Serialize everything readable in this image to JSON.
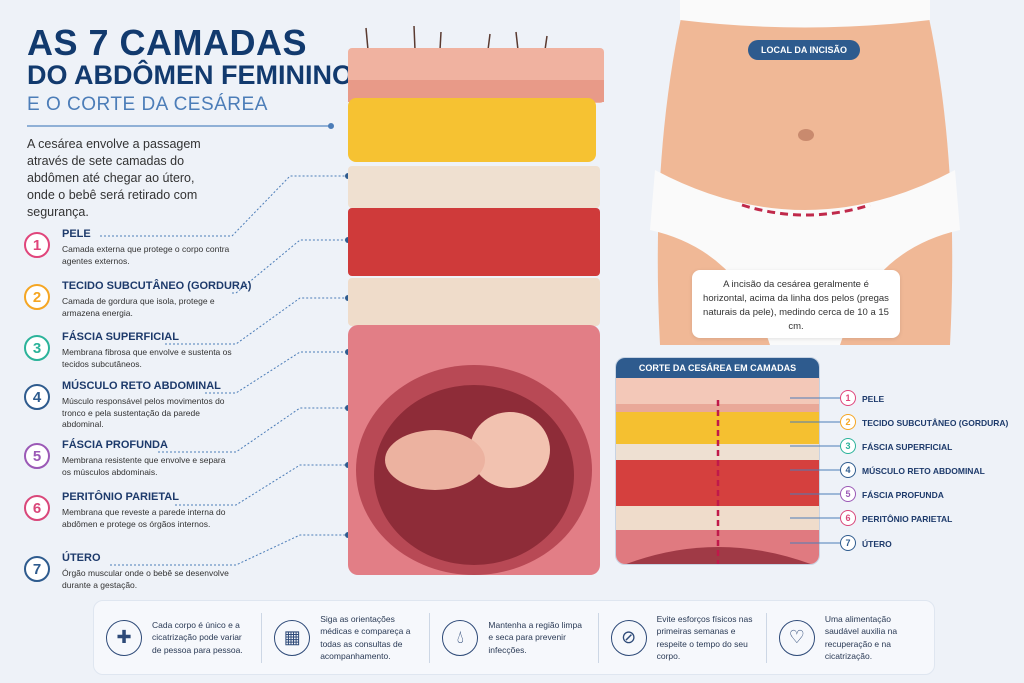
{
  "header": {
    "title_line1": "AS 7 CAMADAS",
    "title_line2": "DO ABDÔMEN FEMININO",
    "subtitle": "E O CORTE DA CESÁREA",
    "intro": "A cesárea envolve a passagem através de sete camadas do abdômen até chegar ao útero, onde o bebê será retirado com segurança."
  },
  "layers": [
    {
      "num": "1",
      "title": "PELE",
      "desc": "Camada externa que protege o corpo contra agentes externos.",
      "color": "#e0457b"
    },
    {
      "num": "2",
      "title": "TECIDO SUBCUTÂNEO (GORDURA)",
      "desc": "Camada de gordura que isola, protege e armazena energia.",
      "color": "#f5a623"
    },
    {
      "num": "3",
      "title": "FÁSCIA SUPERFICIAL",
      "desc": "Membrana fibrosa que envolve e sustenta os tecidos subcutâneos.",
      "color": "#2bb39a"
    },
    {
      "num": "4",
      "title": "MÚSCULO RETO ABDOMINAL",
      "desc": "Músculo responsável pelos movimentos do tronco e pela sustentação da parede abdominal.",
      "color": "#2e5b8e"
    },
    {
      "num": "5",
      "title": "FÁSCIA PROFUNDA",
      "desc": "Membrana resistente que envolve e separa os músculos abdominais.",
      "color": "#9b59b6"
    },
    {
      "num": "6",
      "title": "PERITÔNIO PARIETAL",
      "desc": "Membrana que reveste a parede interna do abdômen e protege os órgãos internos.",
      "color": "#d9477a"
    },
    {
      "num": "7",
      "title": "ÚTERO",
      "desc": "Órgão muscular onde o bebê se desenvolve durante a gestação.",
      "color": "#2e5b8e"
    }
  ],
  "incision": {
    "badge": "LOCAL DA INCISÃO",
    "note": "A incisão da cesárea geralmente é horizontal, acima da linha dos pelos (pregas naturais da pele), medindo cerca de 10 a 15 cm."
  },
  "panel": {
    "title": "CORTE DA CESÁREA EM CAMADAS",
    "labels": [
      "PELE",
      "TECIDO SUBCUTÂNEO (GORDURA)",
      "FÁSCIA SUPERFICIAL",
      "MÚSCULO RETO ABDOMINAL",
      "FÁSCIA PROFUNDA",
      "PERITÔNIO PARIETAL",
      "ÚTERO"
    ]
  },
  "tips": [
    {
      "icon": "shield-cross-icon",
      "text": "Cada corpo é único e a cicatrização pode variar de pessoa para pessoa."
    },
    {
      "icon": "calendar-icon",
      "text": "Siga as orientações médicas e compareça a todas as consultas de acompanhamento."
    },
    {
      "icon": "water-drop-icon",
      "text": "Mantenha a região limpa e seca para prevenir infecções."
    },
    {
      "icon": "no-lifting-icon",
      "text": "Evite esforços físicos nas primeiras semanas e respeite o tempo do seu corpo."
    },
    {
      "icon": "heart-icon",
      "text": "Uma alimentação saudável auxilia na recuperação e na cicatrização."
    }
  ]
}
